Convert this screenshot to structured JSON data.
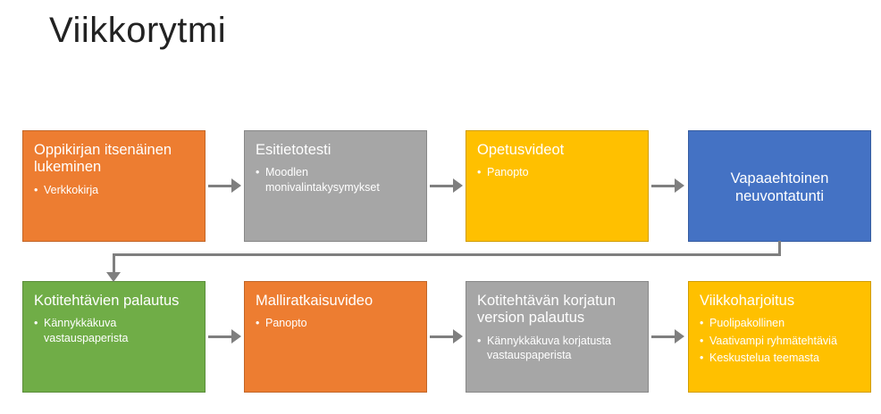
{
  "title": "Viikkorytmi",
  "colors": {
    "orange": "#ED7D31",
    "gray": "#A6A6A6",
    "yellow": "#FFC000",
    "blue": "#4472C4",
    "green": "#70AD47",
    "arrow": "#7F7F7F"
  },
  "rows": [
    {
      "boxes": [
        {
          "title": "Oppikirjan itsenäinen lukeminen",
          "bullets": [
            "Verkkokirja"
          ],
          "color": "orange",
          "centered": false
        },
        {
          "title": "Esitietotesti",
          "bullets": [
            "Moodlen monivalintakysymykset"
          ],
          "color": "gray",
          "centered": false
        },
        {
          "title": "Opetusvideot",
          "bullets": [
            "Panopto"
          ],
          "color": "yellow",
          "centered": false
        },
        {
          "title": "Vapaaehtoinen neuvontatunti",
          "bullets": [],
          "color": "blue",
          "centered": true
        }
      ]
    },
    {
      "boxes": [
        {
          "title": "Kotitehtävien palautus",
          "bullets": [
            "Kännykkäkuva vastauspaperista"
          ],
          "color": "green",
          "centered": false
        },
        {
          "title": "Malliratkaisuvideo",
          "bullets": [
            "Panopto"
          ],
          "color": "orange",
          "centered": false
        },
        {
          "title": "Kotitehtävän korjatun version palautus",
          "bullets": [
            "Kännykkäkuva korjatusta vastauspaperista"
          ],
          "color": "gray",
          "centered": false
        },
        {
          "title": "Viikkoharjoitus",
          "bullets": [
            "Puolipakollinen",
            "Vaativampi ryhmätehtäviä",
            "Keskustelua teemasta"
          ],
          "color": "yellow",
          "centered": false
        }
      ]
    }
  ]
}
